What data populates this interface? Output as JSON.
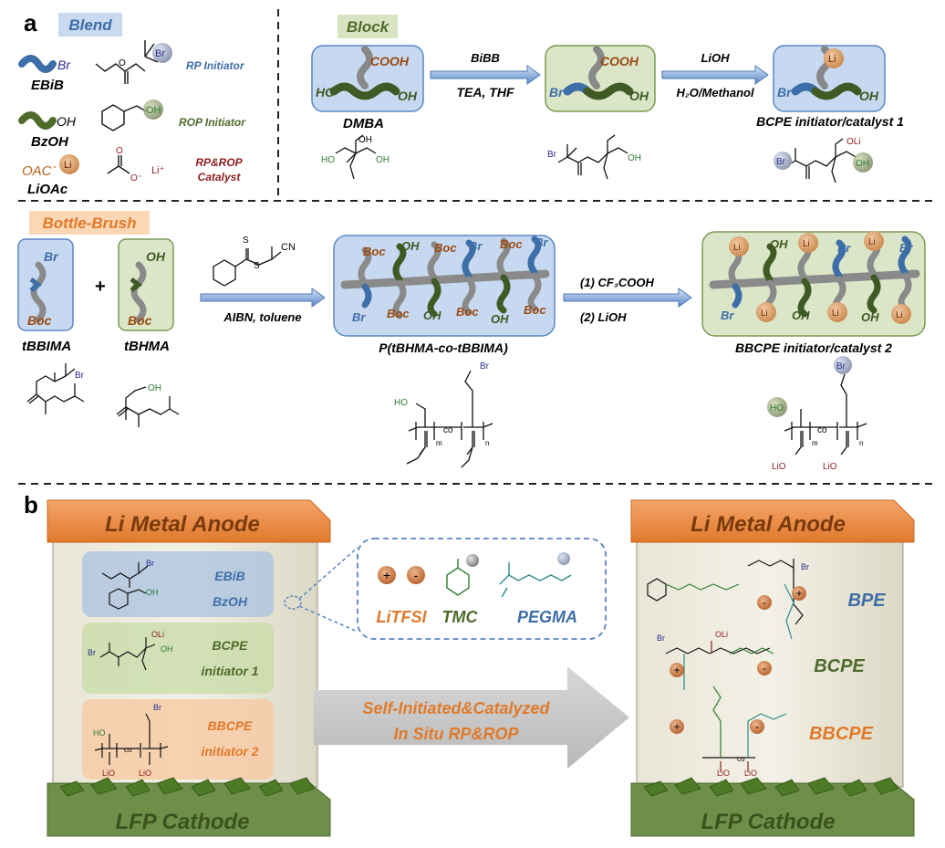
{
  "panel_a": {
    "letter": "a",
    "blend": {
      "title": "Blend",
      "ebib": "EBiB",
      "bzoh": "BzOH",
      "lioac": "LiOAc",
      "oac": "OAC",
      "rp_initiator": "RP Initiator",
      "rop_initiator": "ROP Initiator",
      "catalyst_line1": "RP&ROP",
      "catalyst_line2": "Catalyst",
      "br": "Br",
      "oh": "OH",
      "li": "Li",
      "li_plus": "Li⁺",
      "o_minus": "O⁻",
      "o": "O"
    },
    "block": {
      "title": "Block",
      "cooh": "COOH",
      "ho": "HO",
      "oh": "OH",
      "br": "Br",
      "li": "Li",
      "dmba": "DMBA",
      "step1_top": "BiBB",
      "step1_bottom": "TEA, THF",
      "step2_top": "LiOH",
      "step2_bottom": "H₂O/Methanol",
      "product": "BCPE initiator/catalyst 1",
      "oli": "OLi"
    },
    "brush": {
      "title": "Bottle-Brush",
      "br": "Br",
      "oh": "OH",
      "boc": "Boc",
      "plus": "+",
      "tbbima": "tBBIMA",
      "tbhma": "tBHMA",
      "cta_cn": "CN",
      "s": "S",
      "raft_cond": "AIBN, toluene",
      "copolymer": "P(tBHMA-co-tBBIMA)",
      "deprot_1": "(1) CF₃COOH",
      "deprot_2": "(2) LiOH",
      "product": "BBCPE initiator/catalyst 2",
      "co": "co",
      "m": "m",
      "n": "n",
      "lio": "LiO",
      "ho": "HO",
      "li": "Li"
    }
  },
  "panel_b": {
    "letter": "b",
    "anode": "Li Metal Anode",
    "cathode": "LFP Cathode",
    "left_boxes": {
      "blend_1": "EBiB",
      "blend_2": "BzOH",
      "block_1": "BCPE",
      "block_2": "initiator 1",
      "brush_1": "BBCPE",
      "brush_2": "initiator 2"
    },
    "monomers": {
      "litfsi": "LiTFSI",
      "tmc": "TMC",
      "pegma": "PEGMA",
      "plus": "+",
      "minus": "-"
    },
    "arrow_1": "Self-Initiated&Catalyzed",
    "arrow_2": "In Situ RP&ROP",
    "right_labels": {
      "bpe": "BPE",
      "bcpe": "BCPE",
      "bbcpe": "BBCPE"
    }
  },
  "colors": {
    "blue": "#3e6ea8",
    "green": "#4e6b2c",
    "orange": "#e07a2a",
    "brown": "#9a4a12",
    "darkred": "#8a1f1f",
    "anode": "#e8843a",
    "cathode": "#6e8f49"
  }
}
